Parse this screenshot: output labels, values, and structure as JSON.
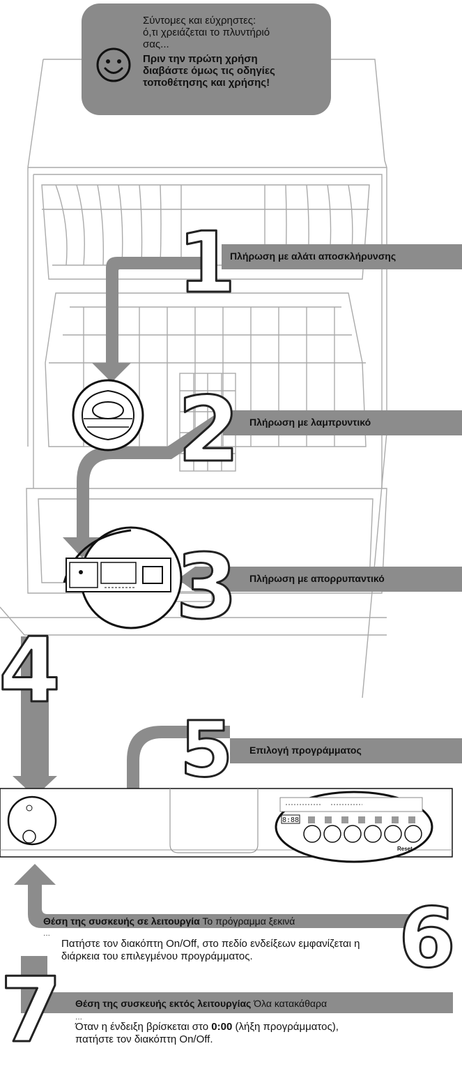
{
  "intro": {
    "line1": "Σύντομες και εύχρηστες:",
    "line2": "ό,τι χρειάζεται το πλυντήριό",
    "line3": "σας...",
    "bold1": "Πριν την πρώτη χρήση",
    "bold2": "διαβάστε όμως τις οδηγίες",
    "bold3": "τοποθέτησης και χρήσης!"
  },
  "steps": {
    "s1": {
      "number": "1",
      "label": "Πλήρωση με αλάτι αποσκλήρυνσης"
    },
    "s2": {
      "number": "2",
      "label": "Πλήρωση με λαμπρυντικό"
    },
    "s3": {
      "number": "3",
      "label": "Πλήρωση με απορρυπαντικό"
    },
    "s4": {
      "number": "4"
    },
    "s5": {
      "number": "5",
      "label": "Επιλογή προγράμματος"
    },
    "s6": {
      "number": "6",
      "title": "Θέση της συσκευής σε λειτουργία",
      "subtitle": "Το πρόγραμμα ξεκινά",
      "dots": "...",
      "body": "Πατήστε τον διακόπτη On/Off, στο πεδίο ενδείξεων εμφανίζεται η διάρκεια του επιλεγμένου προγράμματος."
    },
    "s7": {
      "number": "7",
      "title": "Θέση της συσκευής εκτός λειτουργίας",
      "subtitle": "Όλα κατακάθαρα",
      "dots": "...",
      "body_pre": "Όταν η ένδειξη βρίσκεται στο",
      "body_bold": "0:00",
      "body_post": "(λήξη προγράμματος), πατήστε τον διακόπτη On/Off."
    }
  },
  "panel": {
    "display_time": "8:88",
    "reset_label": "Reset"
  },
  "colors": {
    "arrow_gray": "#8c8c8c",
    "line_gray": "#9a9a9a",
    "outline": "#222222"
  }
}
